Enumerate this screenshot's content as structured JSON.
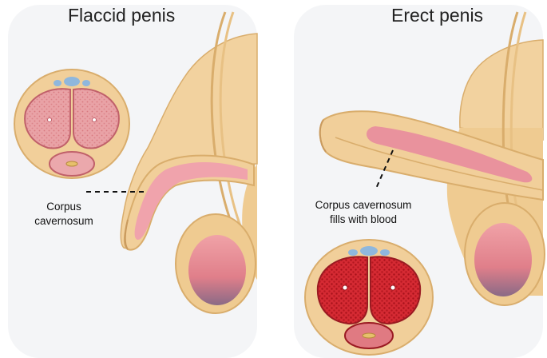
{
  "panels": {
    "flaccid": {
      "title": "Flaccid penis",
      "label_line1": "Corpus",
      "label_line2": "cavernosum"
    },
    "erect": {
      "title": "Erect penis",
      "label_line1": "Corpus cavernosum",
      "label_line2": "fills with blood"
    }
  },
  "colors": {
    "background_panel": "#f4f5f7",
    "skin": "#f1cf9a",
    "skin_outline": "#d9ad6c",
    "tissue_light": "#e89aa0",
    "tissue_engorged": "#d4212c",
    "testis": "#ee9aa0",
    "vessel_blue": "#8fb7dd"
  }
}
